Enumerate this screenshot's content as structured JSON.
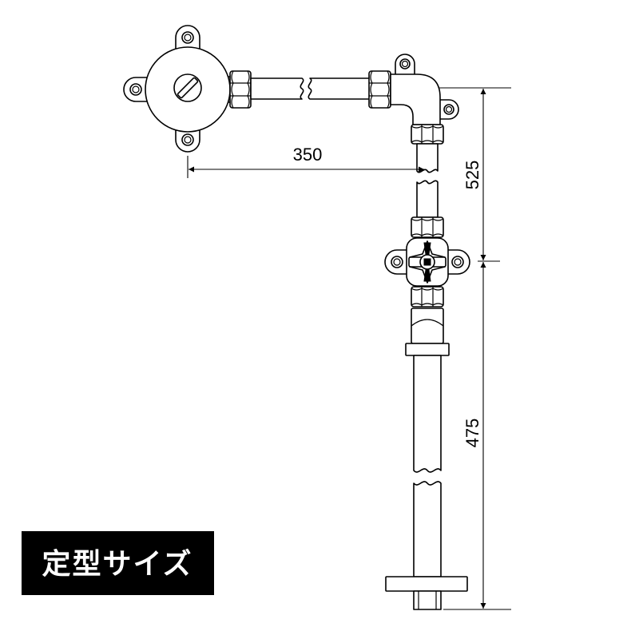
{
  "diagram": {
    "dimensions": {
      "horizontal": "350",
      "vertical_upper": "525",
      "vertical_lower": "475"
    },
    "badge": {
      "text": "定型サイズ"
    },
    "colors": {
      "line": "#000000",
      "background": "#ffffff",
      "badge_background": "#000000",
      "badge_text": "#ffffff"
    }
  }
}
